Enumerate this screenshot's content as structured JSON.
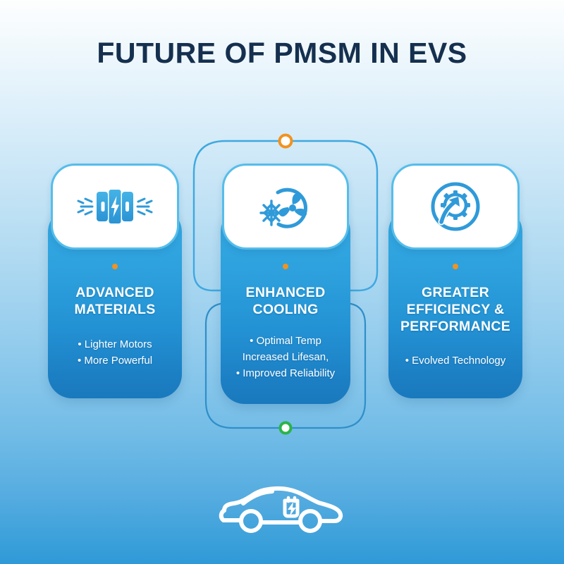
{
  "title": "FUTURE OF PMSM IN EVS",
  "theme": {
    "title_color": "#15304f",
    "card_top_color": "#35aae2",
    "card_bottom_color": "#1a79bd",
    "icon_blue": "#2f9ad9",
    "accent_orange": "#f2921f",
    "accent_green": "#2cb34a",
    "connector_blue": "#3fa8e0",
    "background_top": "#fdfefe",
    "background_bottom": "#2f99d7"
  },
  "nodes": [
    {
      "name": "top-node",
      "color": "#f2921f"
    },
    {
      "name": "bottom-node",
      "color": "#2cb34a"
    }
  ],
  "cards": [
    {
      "id": "advanced-materials",
      "icon": "ev-motor-battery-bolt-icon",
      "heading": "ADVANCED\nMATERIALS",
      "bullets": [
        "Lighter Motors",
        "More Powerful"
      ]
    },
    {
      "id": "enhanced-cooling",
      "icon": "snowflake-fan-icon",
      "heading": "ENHANCED\nCOOLING",
      "bullets": [
        "Optimal Temp\nIncreased Lifesan,",
        "Improved Reliability"
      ]
    },
    {
      "id": "greater-efficiency-performance",
      "icon": "gear-arrow-circle-icon",
      "heading": "GREATER\nEFFICIENCY &\nPERFORMANCE",
      "bullets": [
        "Evolved Technology"
      ]
    }
  ],
  "footer": {
    "icon": "electric-car-icon"
  }
}
